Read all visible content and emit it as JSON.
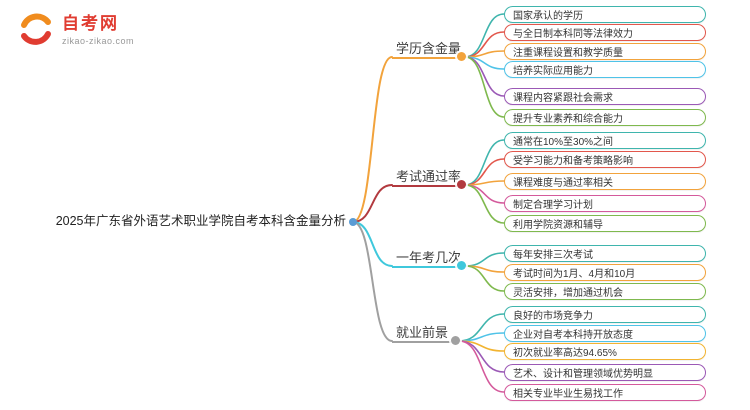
{
  "site": {
    "logo_text": "自考网",
    "logo_domain": "zikao-zikao.com",
    "brand_red": "#e03c31",
    "brand_orange": "#f08c1e"
  },
  "mindmap": {
    "root": "2025年广东省外语艺术职业学院自考本科含金量分析",
    "root_dot_color": "#5a9bd4",
    "branches": [
      {
        "label": "学历含金量",
        "color": "#f2a33c",
        "children": [
          {
            "text": "国家承认的学历",
            "color": "#3fb5ad"
          },
          {
            "text": "与全日制本科同等法律效力",
            "color": "#e2574c"
          },
          {
            "text": "注重课程设置和教学质量",
            "color": "#f2a33c"
          },
          {
            "text": "培养实际应用能力",
            "color": "#4fc3e8"
          },
          {
            "text": "课程内容紧跟社会需求",
            "color": "#9b59b6"
          },
          {
            "text": "提升专业素养和综合能力",
            "color": "#7fb94e"
          }
        ]
      },
      {
        "label": "考试通过率",
        "color": "#b23a3f",
        "children": [
          {
            "text": "通常在10%至30%之间",
            "color": "#3fb5ad"
          },
          {
            "text": "受学习能力和备考策略影响",
            "color": "#e2574c"
          },
          {
            "text": "课程难度与通过率相关",
            "color": "#f2a33c"
          },
          {
            "text": "制定合理学习计划",
            "color": "#d45a9c"
          },
          {
            "text": "利用学院资源和辅导",
            "color": "#7fb94e"
          }
        ]
      },
      {
        "label": "一年考几次",
        "color": "#3fc8dc",
        "children": [
          {
            "text": "每年安排三次考试",
            "color": "#3fb5ad"
          },
          {
            "text": "考试时间为1月、4月和10月",
            "color": "#f2a33c"
          },
          {
            "text": "灵活安排，增加通过机会",
            "color": "#7fb94e"
          }
        ]
      },
      {
        "label": "就业前景",
        "color": "#a0a0a0",
        "children": [
          {
            "text": "良好的市场竞争力",
            "color": "#3fb5ad"
          },
          {
            "text": "企业对自考本科持开放态度",
            "color": "#4fc3e8"
          },
          {
            "text": "初次就业率高达94.65%",
            "color": "#f2b431"
          },
          {
            "text": "艺术、设计和管理领域优势明显",
            "color": "#9b59b6"
          },
          {
            "text": "相关专业毕业生易找工作",
            "color": "#d45a9c"
          }
        ]
      }
    ]
  }
}
